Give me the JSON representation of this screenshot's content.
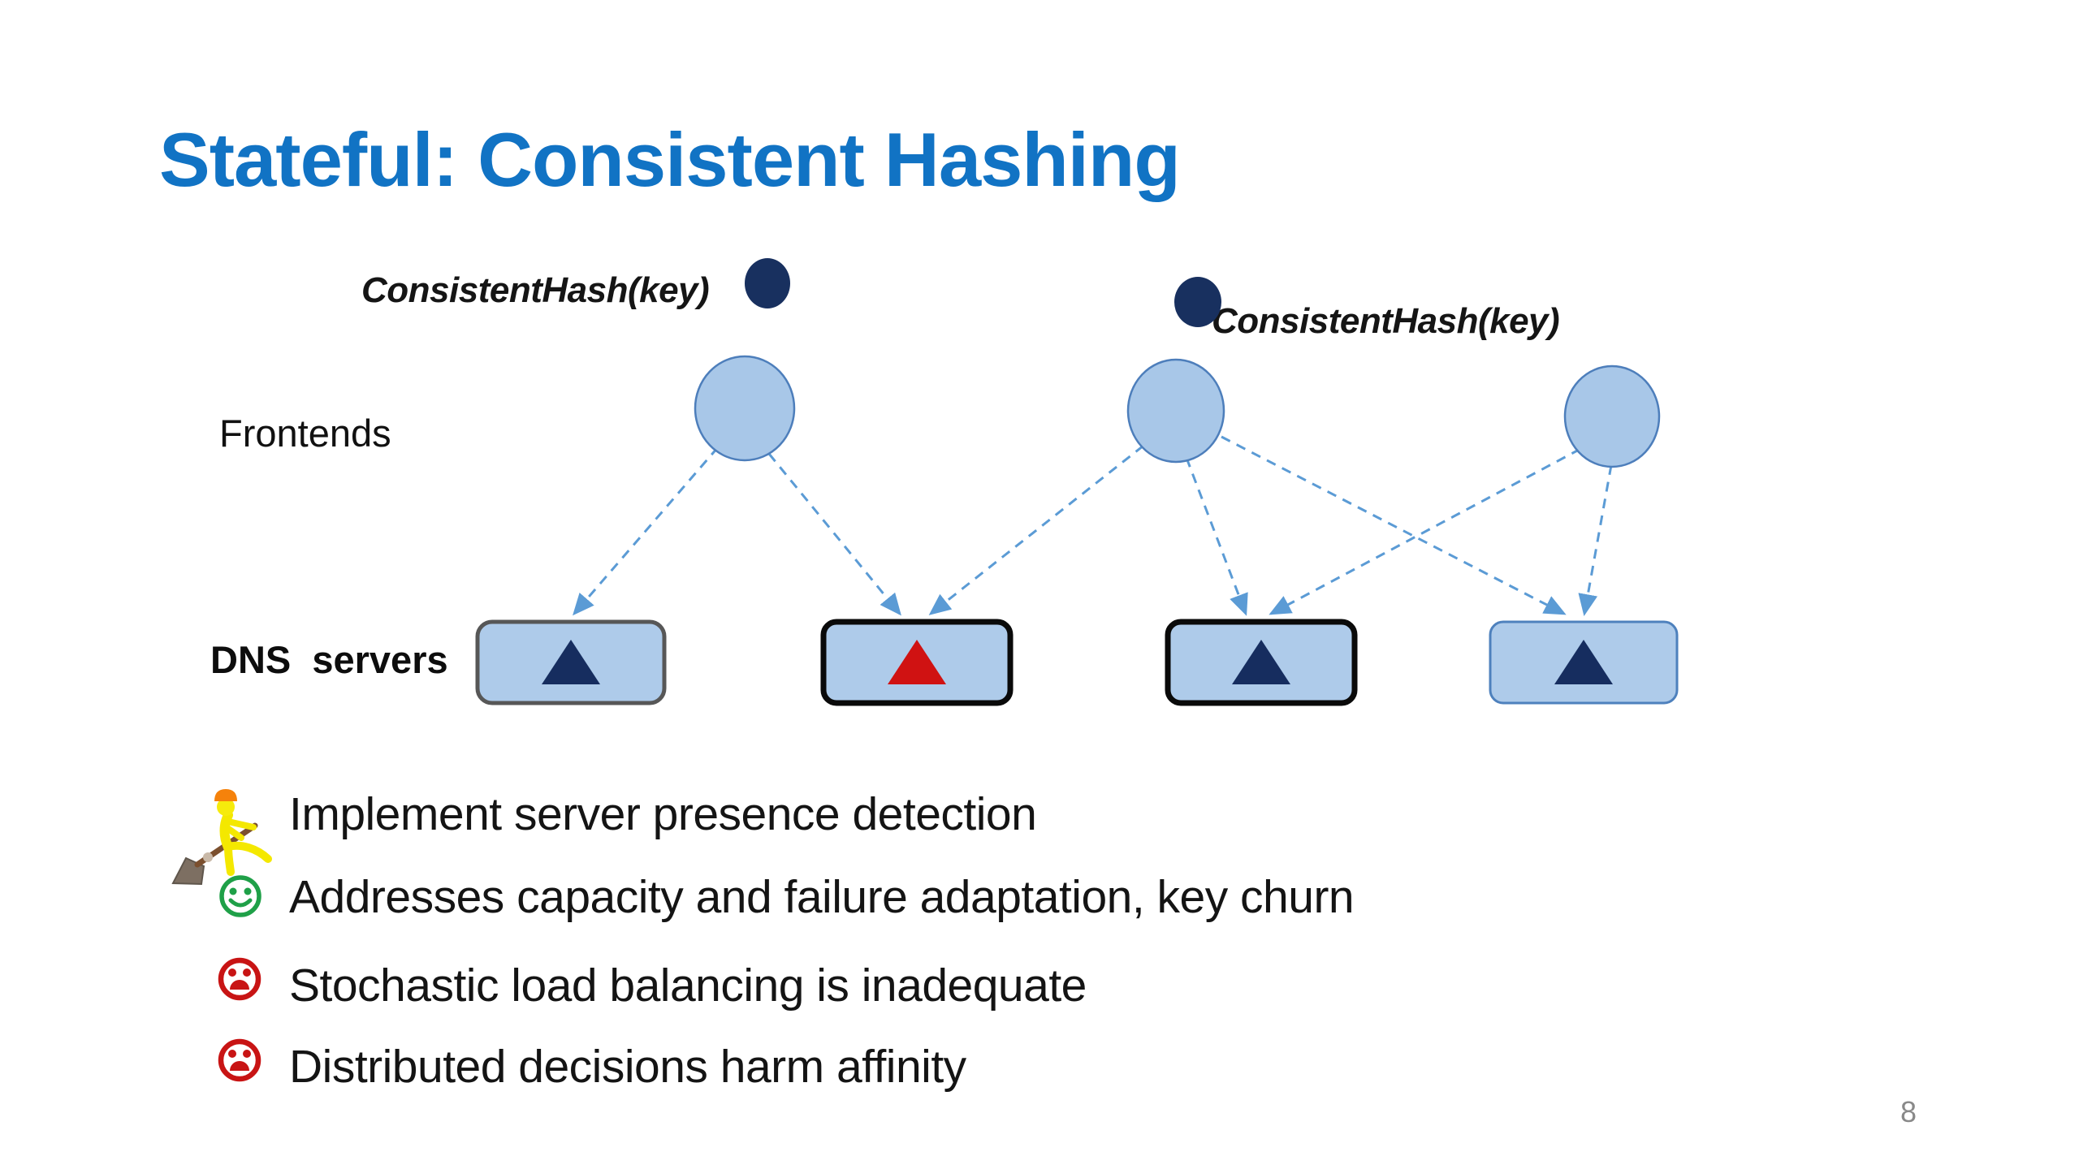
{
  "slide": {
    "title": "Stateful: Consistent Hashing",
    "page_number": "8",
    "background": "#ffffff"
  },
  "diagram": {
    "hash_label_left": "ConsistentHash(key)",
    "hash_label_right": "ConsistentHash(key)",
    "frontends_label": "Frontends",
    "dns_label": "DNS  servers",
    "key_dots": [
      "hash-key-dot-left",
      "hash-key-dot-right"
    ],
    "frontend_nodes": [
      "frontend-1",
      "frontend-2",
      "frontend-3"
    ],
    "dns_nodes": [
      {
        "id": "dns-server-1",
        "triangle": "navy",
        "border": "gray"
      },
      {
        "id": "dns-server-2",
        "triangle": "red",
        "border": "black"
      },
      {
        "id": "dns-server-3",
        "triangle": "navy",
        "border": "black"
      },
      {
        "id": "dns-server-4",
        "triangle": "navy",
        "border": "steel-blue"
      }
    ],
    "edges": [
      {
        "from": "frontend-1",
        "to": "dns-server-1",
        "style": "dashed-arrow"
      },
      {
        "from": "frontend-1",
        "to": "dns-server-2",
        "style": "dashed-arrow"
      },
      {
        "from": "frontend-2",
        "to": "dns-server-2",
        "style": "dashed-arrow"
      },
      {
        "from": "frontend-2",
        "to": "dns-server-3",
        "style": "dashed-arrow"
      },
      {
        "from": "frontend-2",
        "to": "dns-server-4",
        "style": "dashed-arrow"
      },
      {
        "from": "frontend-3",
        "to": "dns-server-3",
        "style": "dashed-arrow"
      },
      {
        "from": "frontend-3",
        "to": "dns-server-4",
        "style": "dashed-arrow"
      }
    ]
  },
  "bullets": [
    {
      "icon": "construction-worker-icon",
      "text": "Implement server presence detection"
    },
    {
      "icon": "smiley-face-icon",
      "text": "Addresses capacity and failure adaptation, key churn"
    },
    {
      "icon": "sad-face-icon",
      "text": "Stochastic load balancing is inadequate"
    },
    {
      "icon": "sad-face-icon",
      "text": "Distributed decisions harm affinity"
    }
  ],
  "colors": {
    "title_blue": "#1173C4",
    "node_fill": "#A8C7E8",
    "node_border": "#4D7EBB",
    "box_fill": "#AECBEA",
    "box_border_gray": "#575757",
    "box_border_black": "#0A0A0A",
    "box_border_blue": "#4E81BD",
    "triangle_navy": "#162D5F",
    "triangle_red": "#D01212",
    "key_dot_navy": "#18305F",
    "arrow_blue": "#5B9BD5",
    "smiley_green": "#1FA048",
    "sad_red": "#C81414",
    "page_number_gray": "#898989"
  }
}
